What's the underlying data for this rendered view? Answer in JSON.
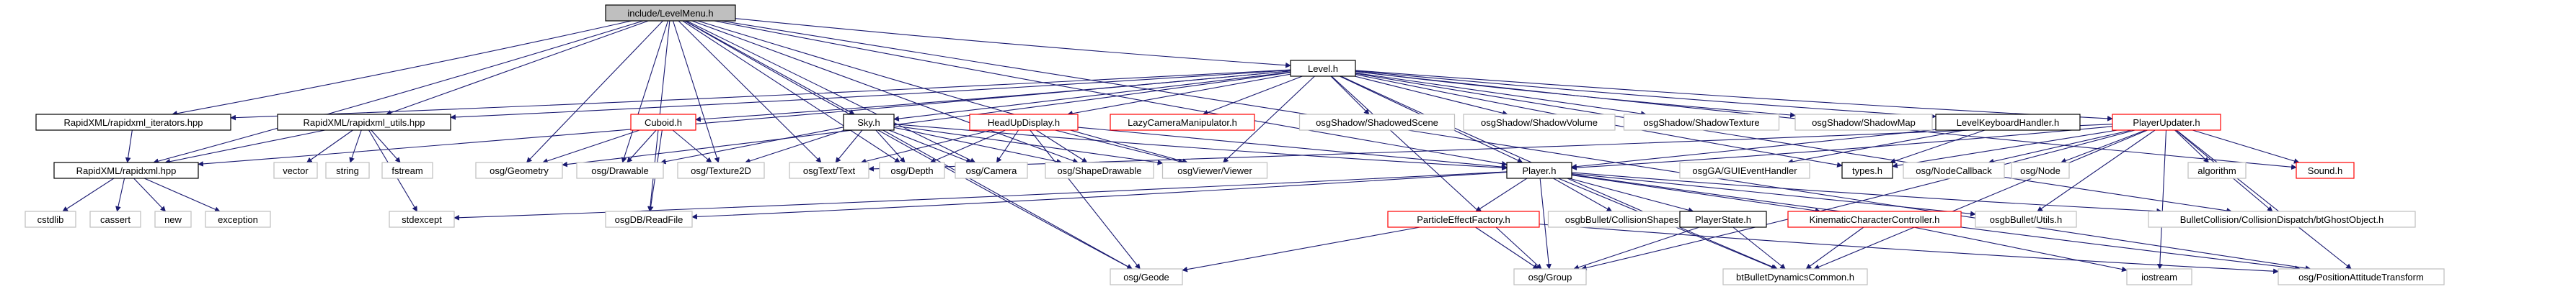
{
  "graph": {
    "nodes": [
      {
        "id": "levelmenu",
        "label": "include/LevelMenu.h",
        "style": "root"
      },
      {
        "id": "level",
        "label": "Level.h",
        "style": "normal"
      },
      {
        "id": "rx_iter",
        "label": "RapidXML/rapidxml_iterators.hpp",
        "style": "normal"
      },
      {
        "id": "rx_utils",
        "label": "RapidXML/rapidxml_utils.hpp",
        "style": "normal"
      },
      {
        "id": "rx",
        "label": "RapidXML/rapidxml.hpp",
        "style": "normal"
      },
      {
        "id": "cuboid",
        "label": "Cuboid.h",
        "style": "red"
      },
      {
        "id": "sky",
        "label": "Sky.h",
        "style": "normal"
      },
      {
        "id": "hud",
        "label": "HeadUpDisplay.h",
        "style": "red"
      },
      {
        "id": "lazycam",
        "label": "LazyCameraManipulator.h",
        "style": "red"
      },
      {
        "id": "shadowed",
        "label": "osgShadow/ShadowedScene",
        "style": "gray"
      },
      {
        "id": "shadowvol",
        "label": "osgShadow/ShadowVolume",
        "style": "gray"
      },
      {
        "id": "shadowtex",
        "label": "osgShadow/ShadowTexture",
        "style": "gray"
      },
      {
        "id": "shadowmap",
        "label": "osgShadow/ShadowMap",
        "style": "gray"
      },
      {
        "id": "lkh",
        "label": "LevelKeyboardHandler.h",
        "style": "normal"
      },
      {
        "id": "pupd",
        "label": "PlayerUpdater.h",
        "style": "red"
      },
      {
        "id": "vector",
        "label": "vector",
        "style": "gray"
      },
      {
        "id": "string",
        "label": "string",
        "style": "gray"
      },
      {
        "id": "fstream",
        "label": "fstream",
        "style": "gray"
      },
      {
        "id": "geometry",
        "label": "osg/Geometry",
        "style": "gray"
      },
      {
        "id": "drawable",
        "label": "osg/Drawable",
        "style": "gray"
      },
      {
        "id": "texture2d",
        "label": "osg/Texture2D",
        "style": "gray"
      },
      {
        "id": "osgtext",
        "label": "osgText/Text",
        "style": "gray"
      },
      {
        "id": "depth",
        "label": "osg/Depth",
        "style": "gray"
      },
      {
        "id": "camera",
        "label": "osg/Camera",
        "style": "gray"
      },
      {
        "id": "shapedraw",
        "label": "osg/ShapeDrawable",
        "style": "gray"
      },
      {
        "id": "viewer",
        "label": "osgViewer/Viewer",
        "style": "gray"
      },
      {
        "id": "player",
        "label": "Player.h",
        "style": "normal"
      },
      {
        "id": "guievent",
        "label": "osgGA/GUIEventHandler",
        "style": "gray"
      },
      {
        "id": "types",
        "label": "types.h",
        "style": "normal"
      },
      {
        "id": "nodecb",
        "label": "osg/NodeCallback",
        "style": "gray"
      },
      {
        "id": "osgnode",
        "label": "osg/Node",
        "style": "gray"
      },
      {
        "id": "algorithm",
        "label": "algorithm",
        "style": "gray"
      },
      {
        "id": "sound",
        "label": "Sound.h",
        "style": "red"
      },
      {
        "id": "cstdlib",
        "label": "cstdlib",
        "style": "gray"
      },
      {
        "id": "cassert",
        "label": "cassert",
        "style": "gray"
      },
      {
        "id": "new",
        "label": "new",
        "style": "gray"
      },
      {
        "id": "exception",
        "label": "exception",
        "style": "gray"
      },
      {
        "id": "stdexcept",
        "label": "stdexcept",
        "style": "gray"
      },
      {
        "id": "readfile",
        "label": "osgDB/ReadFile",
        "style": "gray"
      },
      {
        "id": "pef",
        "label": "ParticleEffectFactory.h",
        "style": "red"
      },
      {
        "id": "collshapes",
        "label": "osgbBullet/CollisionShapes.h",
        "style": "gray"
      },
      {
        "id": "pstate",
        "label": "PlayerState.h",
        "style": "normal"
      },
      {
        "id": "kcc",
        "label": "KinematicCharacterController.h",
        "style": "red"
      },
      {
        "id": "bbutils",
        "label": "osgbBullet/Utils.h",
        "style": "gray"
      },
      {
        "id": "ghost",
        "label": "BulletCollision/CollisionDispatch/btGhostObject.h",
        "style": "gray"
      },
      {
        "id": "geode",
        "label": "osg/Geode",
        "style": "gray"
      },
      {
        "id": "group",
        "label": "osg/Group",
        "style": "gray"
      },
      {
        "id": "btdyn",
        "label": "btBulletDynamicsCommon.h",
        "style": "gray"
      },
      {
        "id": "iostream",
        "label": "iostream",
        "style": "gray"
      },
      {
        "id": "pat",
        "label": "osg/PositionAttitudeTransform",
        "style": "gray"
      }
    ],
    "edges": [
      [
        "levelmenu",
        "level"
      ],
      [
        "levelmenu",
        "rx_iter"
      ],
      [
        "levelmenu",
        "rx_utils"
      ],
      [
        "levelmenu",
        "rx"
      ],
      [
        "levelmenu",
        "drawable"
      ],
      [
        "levelmenu",
        "geometry"
      ],
      [
        "levelmenu",
        "texture2d"
      ],
      [
        "levelmenu",
        "readfile"
      ],
      [
        "levelmenu",
        "osgtext"
      ],
      [
        "levelmenu",
        "depth"
      ],
      [
        "levelmenu",
        "camera"
      ],
      [
        "levelmenu",
        "shapedraw"
      ],
      [
        "levelmenu",
        "viewer"
      ],
      [
        "levelmenu",
        "player"
      ],
      [
        "levelmenu",
        "geode"
      ],
      [
        "levelmenu",
        "pat"
      ],
      [
        "levelmenu",
        "sky"
      ],
      [
        "level",
        "rx_iter"
      ],
      [
        "level",
        "rx_utils"
      ],
      [
        "level",
        "rx"
      ],
      [
        "level",
        "cuboid"
      ],
      [
        "level",
        "sky"
      ],
      [
        "level",
        "hud"
      ],
      [
        "level",
        "lazycam"
      ],
      [
        "level",
        "shadowed"
      ],
      [
        "level",
        "shadowvol"
      ],
      [
        "level",
        "shadowtex"
      ],
      [
        "level",
        "shadowmap"
      ],
      [
        "level",
        "lkh"
      ],
      [
        "level",
        "pupd"
      ],
      [
        "level",
        "player"
      ],
      [
        "level",
        "viewer"
      ],
      [
        "level",
        "types"
      ],
      [
        "level",
        "sound"
      ],
      [
        "level",
        "ghost"
      ],
      [
        "level",
        "group"
      ],
      [
        "level",
        "btdyn"
      ],
      [
        "level",
        "geometry"
      ],
      [
        "rx_iter",
        "rx"
      ],
      [
        "rx_utils",
        "rx"
      ],
      [
        "rx_utils",
        "vector"
      ],
      [
        "rx_utils",
        "string"
      ],
      [
        "rx_utils",
        "fstream"
      ],
      [
        "rx_utils",
        "stdexcept"
      ],
      [
        "rx",
        "cstdlib"
      ],
      [
        "rx",
        "cassert"
      ],
      [
        "rx",
        "new"
      ],
      [
        "rx",
        "exception"
      ],
      [
        "cuboid",
        "geometry"
      ],
      [
        "cuboid",
        "drawable"
      ],
      [
        "cuboid",
        "texture2d"
      ],
      [
        "cuboid",
        "readfile"
      ],
      [
        "sky",
        "drawable"
      ],
      [
        "sky",
        "texture2d"
      ],
      [
        "sky",
        "depth"
      ],
      [
        "sky",
        "camera"
      ],
      [
        "sky",
        "shapedraw"
      ],
      [
        "sky",
        "viewer"
      ],
      [
        "sky",
        "player"
      ],
      [
        "sky",
        "geode"
      ],
      [
        "sky",
        "osgtext"
      ],
      [
        "hud",
        "osgtext"
      ],
      [
        "hud",
        "depth"
      ],
      [
        "hud",
        "camera"
      ],
      [
        "hud",
        "shapedraw"
      ],
      [
        "hud",
        "viewer"
      ],
      [
        "hud",
        "player"
      ],
      [
        "hud",
        "geode"
      ],
      [
        "lkh",
        "player"
      ],
      [
        "lkh",
        "guievent"
      ],
      [
        "lkh",
        "types"
      ],
      [
        "pupd",
        "player"
      ],
      [
        "pupd",
        "types"
      ],
      [
        "pupd",
        "nodecb"
      ],
      [
        "pupd",
        "osgnode"
      ],
      [
        "pupd",
        "algorithm"
      ],
      [
        "pupd",
        "sound"
      ],
      [
        "pupd",
        "bbutils"
      ],
      [
        "pupd",
        "ghost"
      ],
      [
        "pupd",
        "btdyn"
      ],
      [
        "pupd",
        "iostream"
      ],
      [
        "pupd",
        "pat"
      ],
      [
        "pupd",
        "group"
      ],
      [
        "pupd",
        "osgtext"
      ],
      [
        "player",
        "stdexcept"
      ],
      [
        "player",
        "readfile"
      ],
      [
        "player",
        "pef"
      ],
      [
        "player",
        "collshapes"
      ],
      [
        "player",
        "pstate"
      ],
      [
        "player",
        "kcc"
      ],
      [
        "player",
        "bbutils"
      ],
      [
        "player",
        "ghost"
      ],
      [
        "player",
        "btdyn"
      ],
      [
        "player",
        "group"
      ],
      [
        "player",
        "pat"
      ],
      [
        "pef",
        "geode"
      ],
      [
        "pef",
        "group"
      ],
      [
        "pef",
        "pat"
      ],
      [
        "pstate",
        "group"
      ],
      [
        "pstate",
        "btdyn"
      ],
      [
        "kcc",
        "btdyn"
      ],
      [
        "kcc",
        "iostream"
      ]
    ]
  },
  "colors": {
    "edge": "#191970",
    "box_normal": "#000000",
    "box_red": "#ff0000",
    "box_gray": "#bfbfbf",
    "root_fill": "#bfbfbf",
    "text": "#000000"
  }
}
